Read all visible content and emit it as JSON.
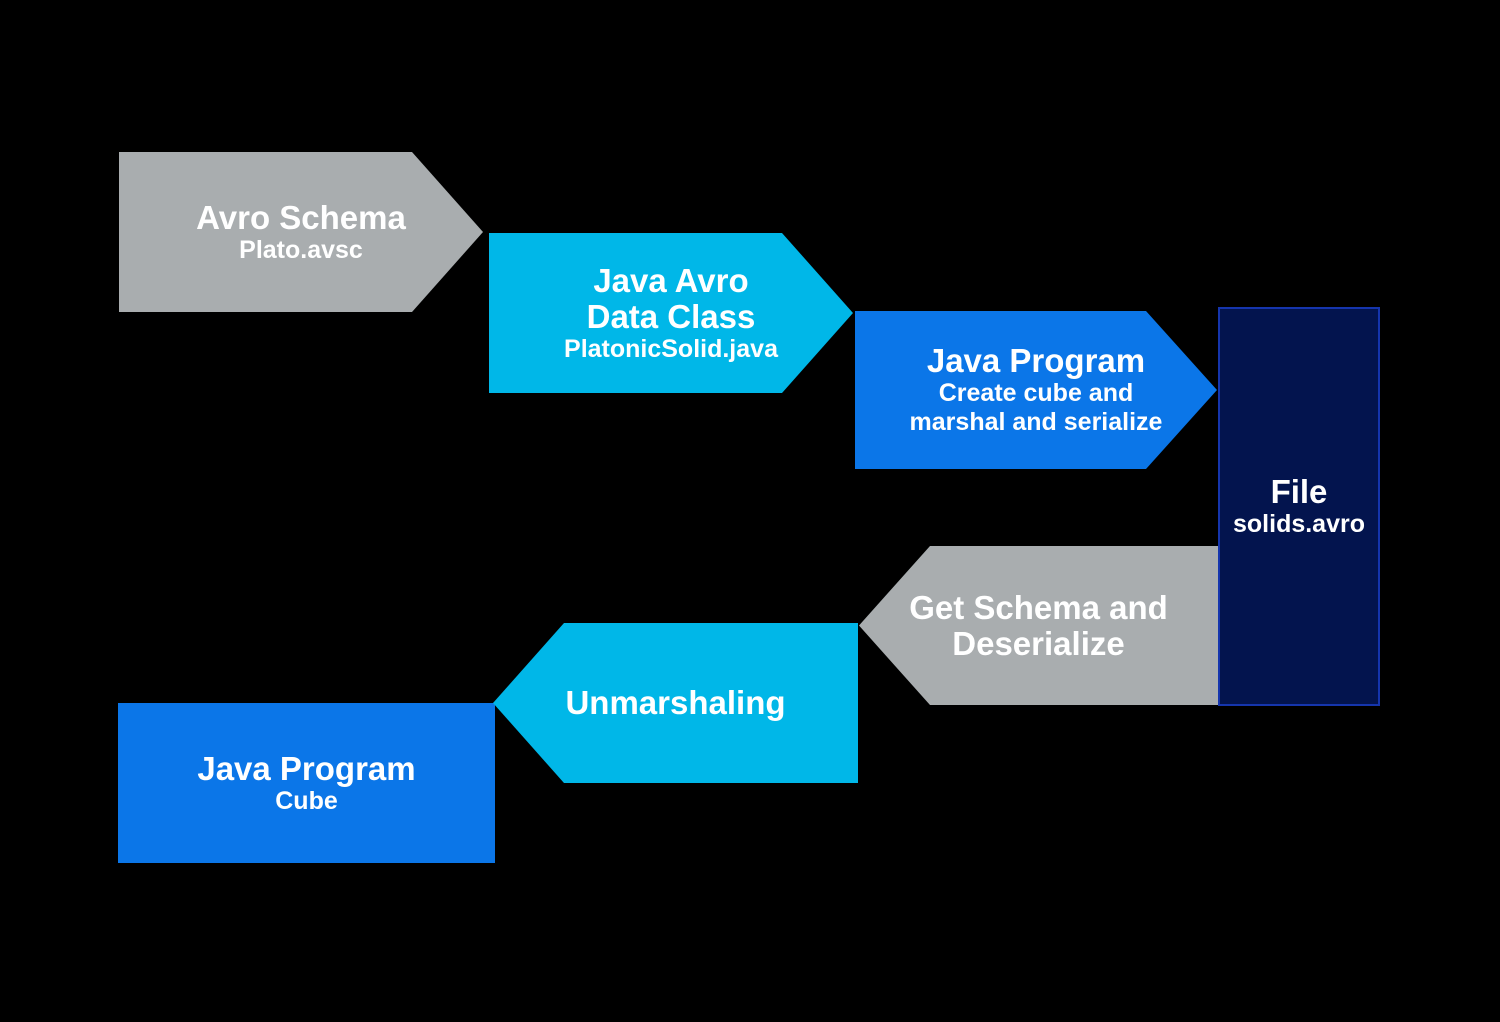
{
  "colors": {
    "background": "#000000",
    "gray": "#a9adaf",
    "cyan": "#00b7e8",
    "blue": "#0b76e8",
    "navy_fill": "#03144e",
    "navy_border": "#1535ad",
    "text": "#ffffff"
  },
  "nodes": {
    "avro_schema": {
      "title": "Avro Schema",
      "subtitle": "Plato.avsc"
    },
    "java_avro_data_class": {
      "title_line1": "Java Avro",
      "title_line2": "Data Class",
      "subtitle": "PlatonicSolid.java"
    },
    "java_program_serialize": {
      "title": "Java Program",
      "subtitle_line1": "Create cube and",
      "subtitle_line2": "marshal and serialize"
    },
    "file_solids": {
      "title": "File",
      "subtitle": "solids.avro"
    },
    "get_schema_deserialize": {
      "title_line1": "Get Schema and",
      "title_line2": "Deserialize"
    },
    "unmarshaling": {
      "title": "Unmarshaling"
    },
    "java_program_cube": {
      "title": "Java Program",
      "subtitle": "Cube"
    }
  }
}
